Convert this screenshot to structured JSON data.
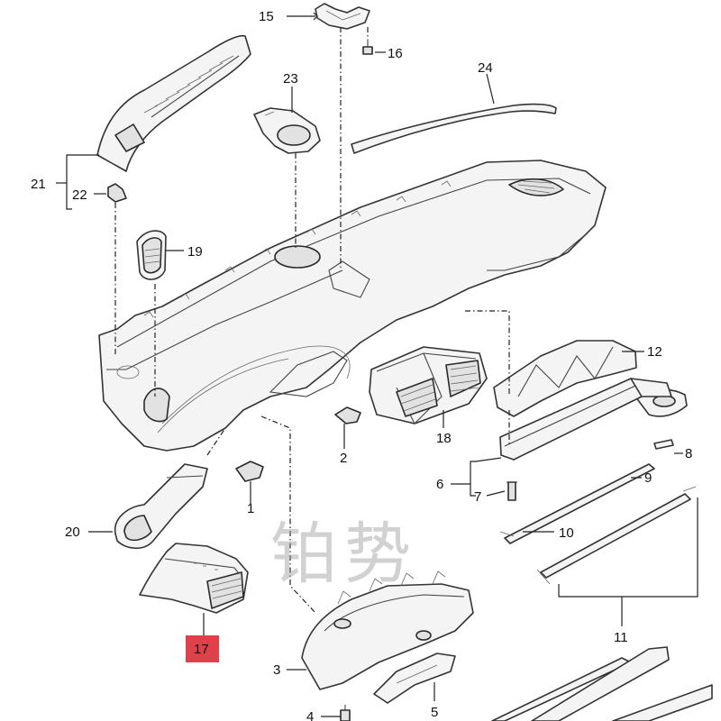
{
  "diagram": {
    "callouts": {
      "c1": "1",
      "c2": "2",
      "c3": "3",
      "c4": "4",
      "c5": "5",
      "c6": "6",
      "c7": "7",
      "c8": "8",
      "c9": "9",
      "c10": "10",
      "c11": "11",
      "c12": "12",
      "c15": "15",
      "c16": "16",
      "c17": "17",
      "c18": "18",
      "c19": "19",
      "c20": "20",
      "c21": "21",
      "c22": "22",
      "c23": "23",
      "c24": "24"
    },
    "highlighted_callout": "17",
    "highlight_color": "#e0404a",
    "watermark": "铂势"
  }
}
